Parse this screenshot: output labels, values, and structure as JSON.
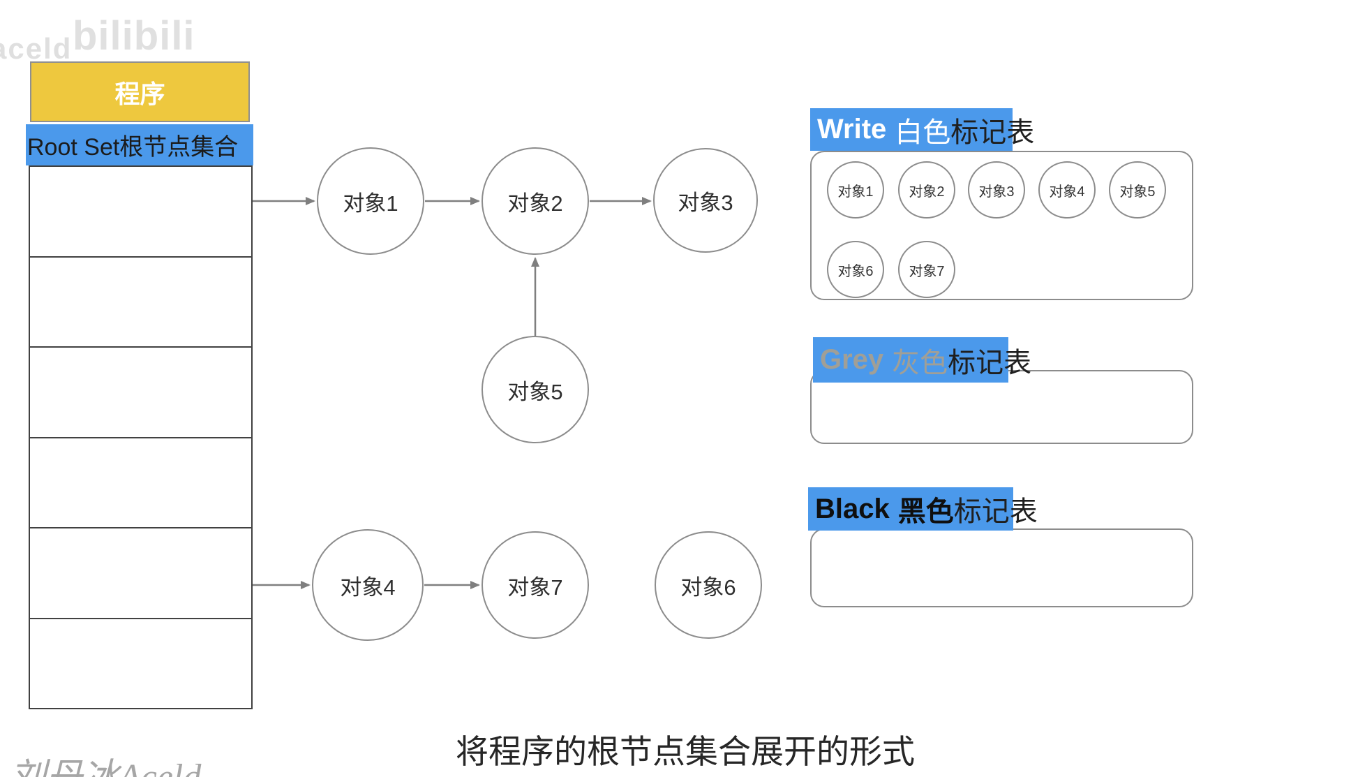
{
  "watermarks": {
    "top_left": "aceld",
    "logo": "bilibili",
    "bottom_left": "刘丹冰Aceld"
  },
  "program": {
    "header": "程序",
    "root_label": "Root Set根节点集合",
    "empty_row_count": 6
  },
  "nodes": [
    {
      "id": "obj1",
      "label": "对象1"
    },
    {
      "id": "obj2",
      "label": "对象2"
    },
    {
      "id": "obj3",
      "label": "对象3"
    },
    {
      "id": "obj5",
      "label": "对象5"
    },
    {
      "id": "obj4",
      "label": "对象4"
    },
    {
      "id": "obj7",
      "label": "对象7"
    },
    {
      "id": "obj6",
      "label": "对象6"
    }
  ],
  "edges": [
    {
      "from": "Root Set",
      "to": "对象1"
    },
    {
      "from": "对象1",
      "to": "对象2"
    },
    {
      "from": "对象2",
      "to": "对象3"
    },
    {
      "from": "对象5",
      "to": "对象2"
    },
    {
      "from": "Root Set",
      "to": "对象4"
    },
    {
      "from": "对象4",
      "to": "对象7"
    }
  ],
  "mark_tables": {
    "white": {
      "prefix": "Write",
      "color_word": "白色",
      "suffix": "标记表",
      "objects": [
        "对象1",
        "对象2",
        "对象3",
        "对象4",
        "对象5",
        "对象6",
        "对象7"
      ]
    },
    "grey": {
      "prefix": "Grey",
      "color_word": "灰色",
      "suffix": "标记表",
      "objects": []
    },
    "black": {
      "prefix": "Black",
      "color_word": "黑色",
      "suffix": "标记表",
      "objects": []
    }
  },
  "caption": "将程序的根节点集合展开的形式",
  "colors": {
    "highlight_blue": "#4b99eb",
    "header_yellow": "#eec83e",
    "grey_text": "#a09f97"
  }
}
